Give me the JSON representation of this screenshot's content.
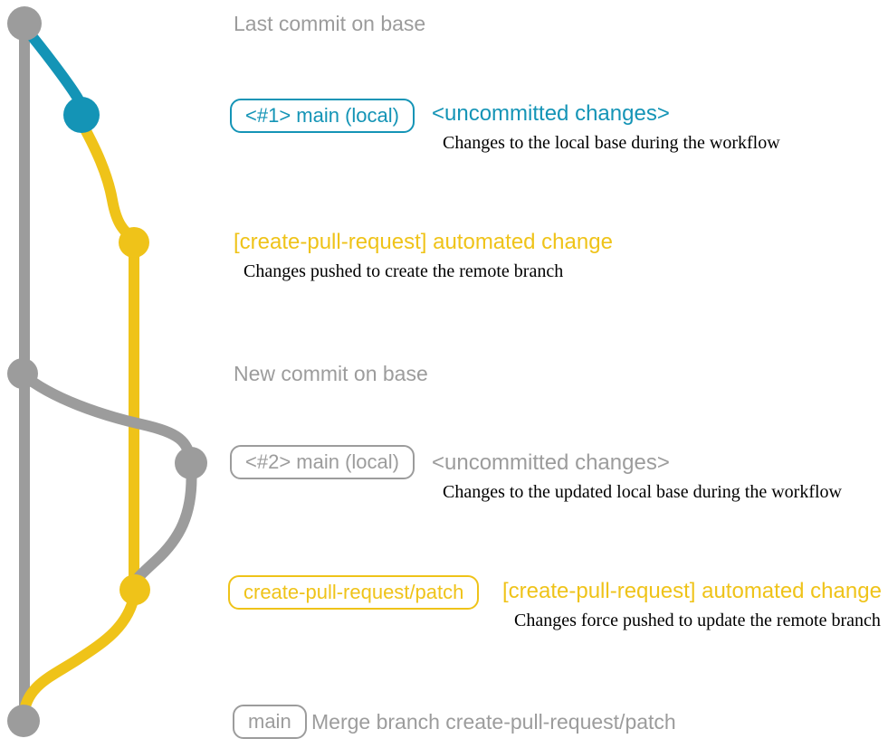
{
  "colors": {
    "gray": "#9c9c9c",
    "blue": "#1494b6",
    "yellow": "#efc319",
    "ink": "#000000"
  },
  "graph": {
    "branches": [
      {
        "name": "base-main-branch",
        "color": "gray"
      },
      {
        "name": "local-main-uncommitted-changes",
        "color": "blue"
      },
      {
        "name": "create-pull-request-patch-branch",
        "color": "yellow"
      }
    ],
    "commits": [
      {
        "id": "last-commit-on-base",
        "color": "gray"
      },
      {
        "id": "local-main-1",
        "color": "blue"
      },
      {
        "id": "automated-change-1",
        "color": "yellow"
      },
      {
        "id": "new-commit-on-base",
        "color": "gray"
      },
      {
        "id": "local-main-2",
        "color": "gray"
      },
      {
        "id": "automated-change-2",
        "color": "yellow"
      },
      {
        "id": "merge-commit",
        "color": "gray"
      }
    ]
  },
  "annotations": {
    "last_commit": {
      "label": "Last commit on base"
    },
    "row1": {
      "badge": "<#1> main (local)",
      "heading": "<uncommitted changes>",
      "description": "Changes to the local base during the workflow"
    },
    "row2": {
      "heading": "[create-pull-request] automated change",
      "description": "Changes pushed to create the remote branch"
    },
    "new_commit": {
      "label": "New commit on base"
    },
    "row3": {
      "badge": "<#2> main (local)",
      "heading": "<uncommitted changes>",
      "description": "Changes to the updated local base during the workflow"
    },
    "row4": {
      "badge": "create-pull-request/patch",
      "heading": "[create-pull-request] automated change",
      "description": "Changes force pushed to update the remote branch"
    },
    "merge": {
      "badge": "main",
      "label": "Merge branch create-pull-request/patch"
    }
  }
}
